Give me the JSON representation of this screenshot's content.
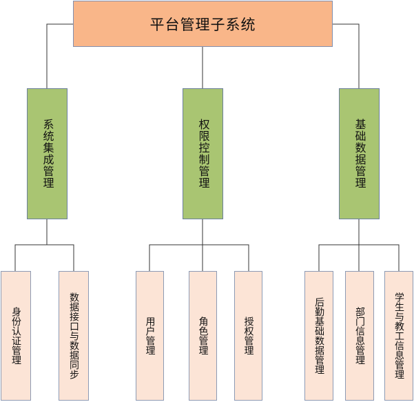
{
  "diagram": {
    "root": {
      "label": "平台管理子系统"
    },
    "branches": [
      {
        "label": "系统集成管理",
        "children": [
          "身份认证管理",
          "数据接口与数据同步"
        ]
      },
      {
        "label": "权限控制管理",
        "children": [
          "用户管理",
          "角色管理",
          "授权管理"
        ]
      },
      {
        "label": "基础数据管理",
        "children": [
          "后勤基础数据管理",
          "部门信息管理",
          "学生与教工信息管理"
        ]
      }
    ]
  },
  "colors": {
    "root_fill": "#f9b689",
    "branch_fill": "#a9c572",
    "leaf_fill": "#fce4d6",
    "connector": "#333333"
  }
}
